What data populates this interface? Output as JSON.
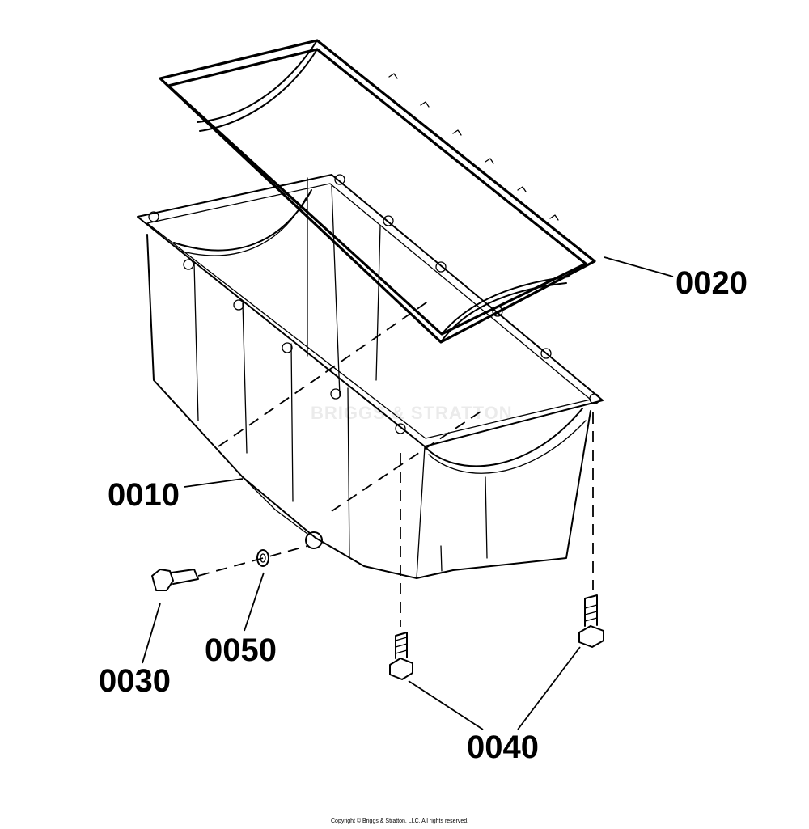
{
  "diagram": {
    "callouts": {
      "oil_pan": "0010",
      "gasket": "0020",
      "drain_plug": "0030",
      "bolts": "0040",
      "washer": "0050"
    },
    "watermark": "BRIGGS & STRATTON",
    "copyright": "Copyright © Briggs & Stratton, LLC. All rights reserved."
  }
}
